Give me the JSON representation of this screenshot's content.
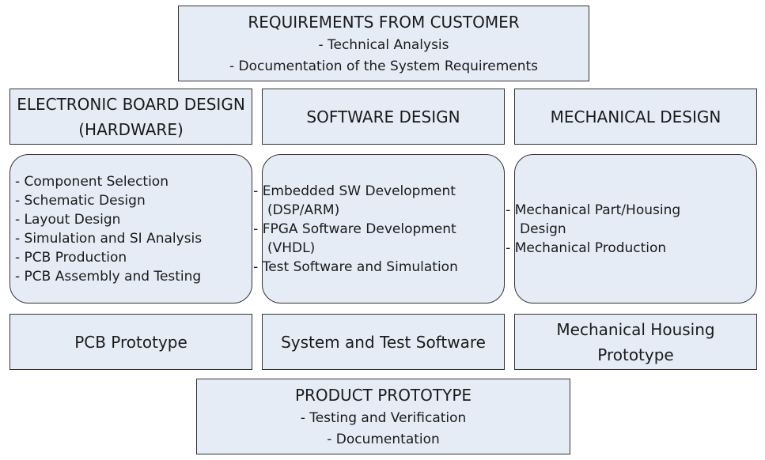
{
  "top": {
    "title": "REQUIREMENTS FROM CUSTOMER",
    "lines": [
      "- Technical Analysis",
      "- Documentation of the System Requirements"
    ]
  },
  "columns": [
    {
      "header_lines": [
        "ELECTRONIC BOARD DESIGN",
        "(HARDWARE)"
      ],
      "items": [
        "- Component Selection",
        "- Schematic Design",
        "- Layout Design",
        "- Simulation and SI Analysis",
        "- PCB Production",
        "- PCB Assembly and Testing"
      ],
      "output_lines": [
        "PCB Prototype"
      ]
    },
    {
      "header_lines": [
        "SOFTWARE DESIGN"
      ],
      "items": [
        "- Embedded SW Development (DSP/ARM)",
        "- FPGA Software Development (VHDL)",
        "- Test Software and Simulation"
      ],
      "output_lines": [
        "System and Test Software"
      ]
    },
    {
      "header_lines": [
        "MECHANICAL DESIGN"
      ],
      "items": [
        "- Mechanical Part/Housing Design",
        "- Mechanical Production"
      ],
      "output_lines": [
        "Mechanical Housing",
        "Prototype"
      ]
    }
  ],
  "bottom": {
    "title": "PRODUCT PROTOTYPE",
    "lines": [
      "- Testing and Verification",
      "- Documentation"
    ]
  }
}
